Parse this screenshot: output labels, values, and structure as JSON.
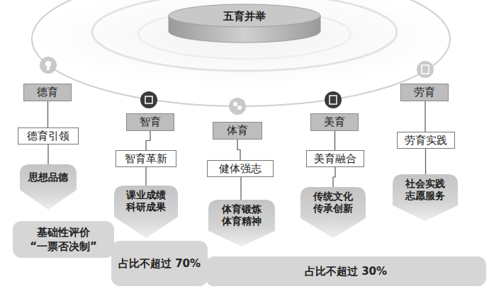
{
  "diagram": {
    "nodes": [
      {
        "text": [
          "五育并举"
        ]
      },
      {
        "text": [
          "德育"
        ]
      },
      {
        "text": [
          "智育"
        ]
      },
      {
        "text": [
          "体育"
        ]
      },
      {
        "text": [
          "美育"
        ]
      },
      {
        "text": [
          "劳育"
        ]
      },
      {
        "text": [
          "德育引领"
        ]
      },
      {
        "text": [
          "智育革新"
        ]
      },
      {
        "text": [
          "健体强志"
        ]
      },
      {
        "text": [
          "美育融合"
        ]
      },
      {
        "text": [
          "劳育实践"
        ]
      },
      {
        "text": [
          "思想品德"
        ]
      },
      {
        "text": [
          "课业成绩 科研成果"
        ]
      },
      {
        "text": [
          "体育锻炼 体育精神"
        ]
      },
      {
        "text": [
          "传统文化 传承创新"
        ]
      },
      {
        "text": [
          "社会实践 志愿服务"
        ]
      },
      {
        "text": [
          "基础性评价 “一票否决制”"
        ]
      },
      {
        "text": [
          "占比不超过 70%"
        ]
      },
      {
        "text": [
          "占比不超过 30%"
        ]
      }
    ],
    "edges": [
      {
        "from": 1,
        "to": 6,
        "arrow": "none"
      },
      {
        "from": 6,
        "to": 11,
        "arrow": "none"
      },
      {
        "from": 2,
        "to": 7,
        "arrow": "none"
      },
      {
        "from": 7,
        "to": 12,
        "arrow": "none"
      },
      {
        "from": 3,
        "to": 8,
        "arrow": "none"
      },
      {
        "from": 8,
        "to": 13,
        "arrow": "none"
      },
      {
        "from": 4,
        "to": 9,
        "arrow": "none"
      },
      {
        "from": 9,
        "to": 14,
        "arrow": "none"
      },
      {
        "from": 5,
        "to": 10,
        "arrow": "none"
      },
      {
        "from": 10,
        "to": 15,
        "arrow": "none"
      }
    ]
  }
}
